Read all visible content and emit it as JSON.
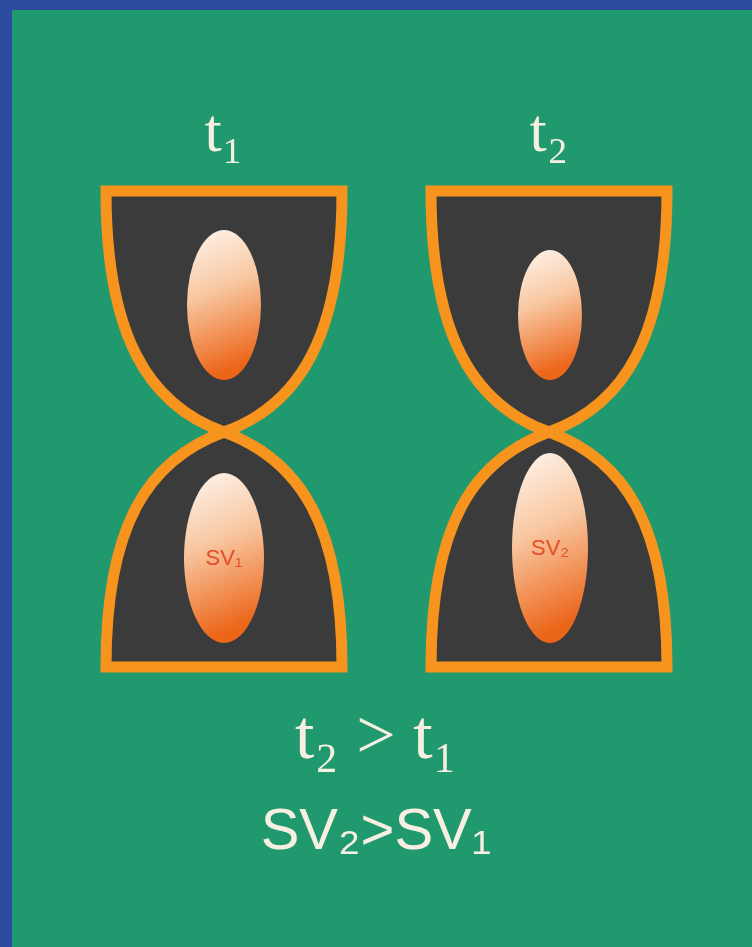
{
  "diagram": {
    "nodes": [
      {
        "text": [
          "t₁"
        ]
      },
      {
        "text": [
          "t₂"
        ]
      },
      {
        "text": [
          "SV₁"
        ],
        "in": 0
      },
      {
        "text": [
          "SV₂"
        ],
        "in": 1
      }
    ],
    "labels": [
      "t₂ > t₁",
      "SV₂>SV₁"
    ]
  }
}
